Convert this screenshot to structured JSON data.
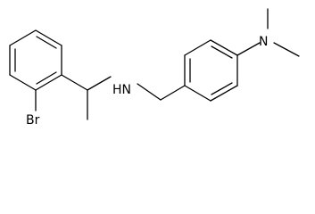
{
  "molecule": {
    "atom_labels": {
      "bromine": "Br",
      "amine_nh": "HN",
      "dimethylamino_n": "N"
    },
    "colors": {
      "bond": "#000000",
      "text": "#000000",
      "background": "#ffffff"
    }
  }
}
